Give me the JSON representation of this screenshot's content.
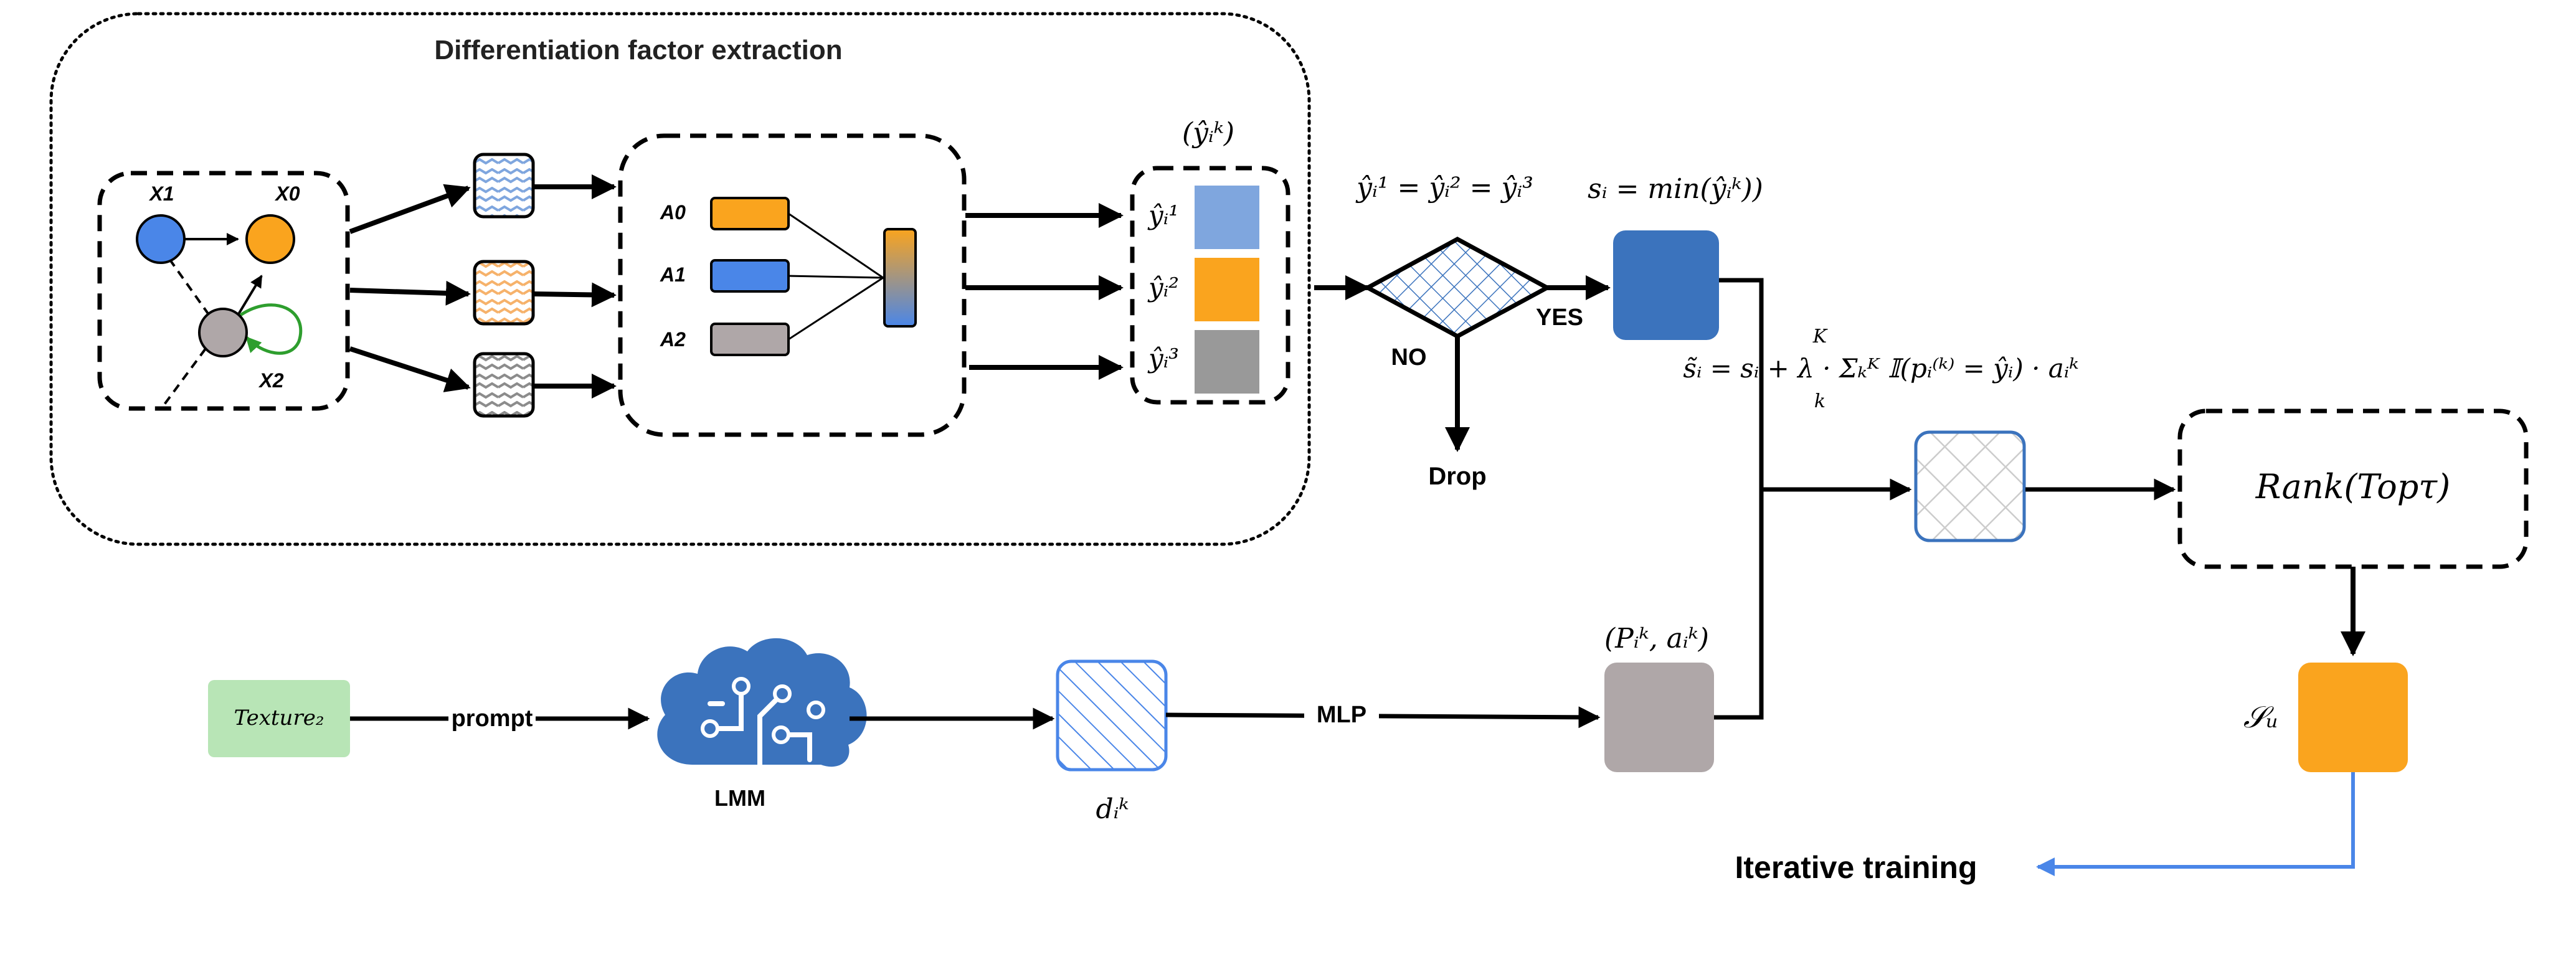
{
  "extraction": {
    "title": "Differentiation factor extraction",
    "nodes": {
      "x1": "X1",
      "x0": "X0",
      "x2": "X2"
    },
    "attrs": [
      "A0",
      "A1",
      "A2"
    ],
    "pred_header": "(ŷᵢᵏ)",
    "preds": [
      "ŷᵢ¹",
      "ŷᵢ²",
      "ŷᵢ³"
    ]
  },
  "decision": {
    "condition": "ŷᵢ¹ = ŷᵢ² = ŷᵢ³",
    "yes": "YES",
    "no": "NO",
    "drop": "Drop"
  },
  "score": {
    "label": "sᵢ = min(ŷᵢᵏ))"
  },
  "combined": {
    "formula": "s̃ᵢ = sᵢ + λ · Σₖᴷ 𝕀(pᵢ⁽ᵏ⁾ = ŷᵢ) · aᵢᵏ",
    "sum_upper": "K",
    "sum_lower": "k"
  },
  "rank": {
    "label": "Rank(Topτ)"
  },
  "su": {
    "label": "𝒮ᵤ"
  },
  "iterative": {
    "label": "Iterative training"
  },
  "bottom": {
    "texture": "Texture₂",
    "prompt": "prompt",
    "lmm": "LMM",
    "dk": "dᵢᵏ",
    "mlp": "MLP",
    "pa": "(Pᵢᵏ, aᵢᵏ)"
  },
  "colors": {
    "orange": "#FAA41E",
    "blue": "#4A86E8",
    "gray": "#AFA7A8",
    "lightblue": "#7FA6DE",
    "darkblue": "#3B73BD",
    "green": "#B8E5B6",
    "arrow_blue": "#4A86E8",
    "loop_green": "#2E9E2E"
  }
}
